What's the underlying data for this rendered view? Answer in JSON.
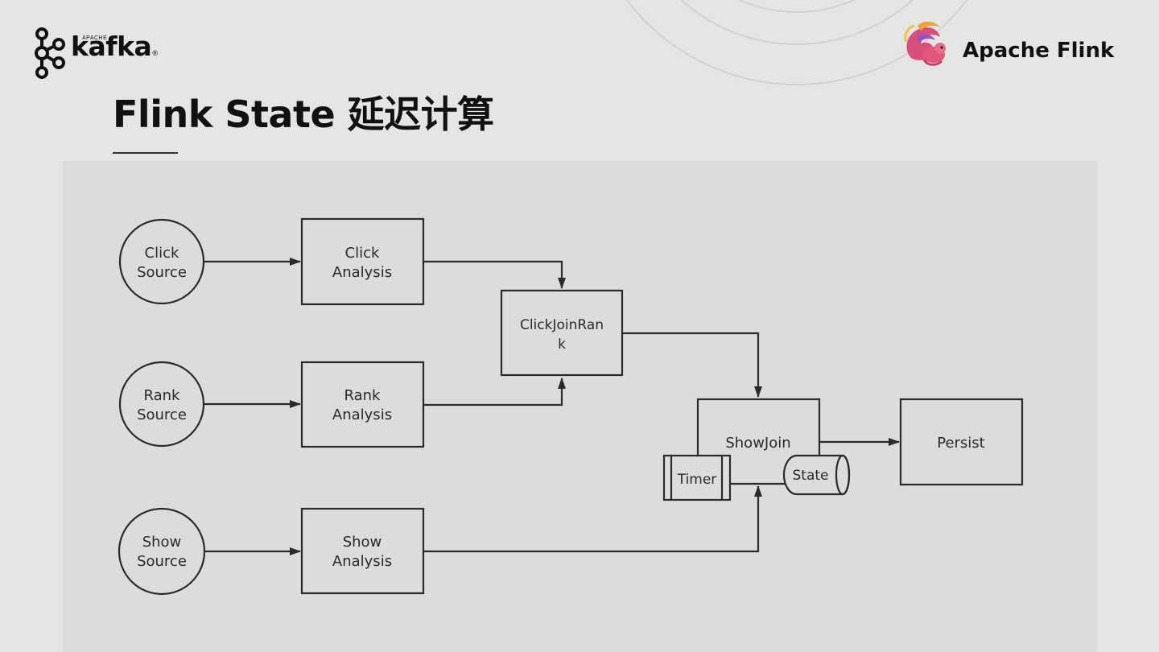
{
  "header": {
    "kafka_logo": {
      "superscript": "APACHE",
      "wordmark": "kafka",
      "mark": "®"
    },
    "flink_logo": {
      "wordmark": "Apache Flink"
    },
    "title": "Flink State 延迟计算"
  },
  "diagram": {
    "nodes": {
      "click_source": {
        "lines": [
          "Click",
          "Source"
        ]
      },
      "rank_source": {
        "lines": [
          "Rank",
          "Source"
        ]
      },
      "show_source": {
        "lines": [
          "Show",
          "Source"
        ]
      },
      "click_analysis": {
        "lines": [
          "Click",
          "Analysis"
        ]
      },
      "rank_analysis": {
        "lines": [
          "Rank",
          "Analysis"
        ]
      },
      "show_analysis": {
        "lines": [
          "Show",
          "Analysis"
        ]
      },
      "click_join_rank": {
        "lines": [
          "ClickJoinRan",
          "k"
        ]
      },
      "show_join": {
        "label": "ShowJoin"
      },
      "timer": {
        "label": "Timer"
      },
      "state": {
        "label": "State"
      },
      "persist": {
        "label": "Persist"
      }
    },
    "edges": [
      {
        "from": "Click Source",
        "to": "Click Analysis"
      },
      {
        "from": "Rank Source",
        "to": "Rank Analysis"
      },
      {
        "from": "Show Source",
        "to": "Show Analysis"
      },
      {
        "from": "Click Analysis",
        "to": "ClickJoinRank"
      },
      {
        "from": "Rank Analysis",
        "to": "ClickJoinRank"
      },
      {
        "from": "ClickJoinRank",
        "to": "ShowJoin"
      },
      {
        "from": "Show Analysis",
        "to": "ShowJoin"
      },
      {
        "from": "ShowJoin",
        "to": "Persist"
      }
    ]
  }
}
